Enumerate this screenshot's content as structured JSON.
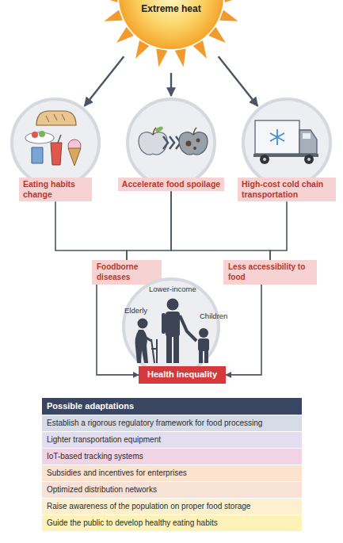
{
  "diagram": {
    "nodes": [
      {
        "text": [
          "Extreme heat"
        ]
      },
      {
        "text": [
          "Eating habits change"
        ]
      },
      {
        "text": [
          "Accelerate food spoilage"
        ]
      },
      {
        "text": [
          "High-cost cold chain transportation"
        ]
      },
      {
        "text": [
          "Foodborne diseases"
        ]
      },
      {
        "text": [
          "Less accessibility to food"
        ]
      },
      {
        "text": [
          "Lower-income",
          "Elderly",
          "Children"
        ]
      },
      {
        "text": [
          "Health inequality"
        ]
      },
      {
        "text": [
          "Possible adaptations"
        ]
      },
      {
        "text": [
          "Establish a rigorous regulatory framework for food processing"
        ]
      },
      {
        "text": [
          "Lighter transportation equipment"
        ]
      },
      {
        "text": [
          "IoT-based tracking systems"
        ]
      },
      {
        "text": [
          "Subsidies and incentives for enterprises"
        ]
      },
      {
        "text": [
          "Optimized distribution networks"
        ]
      },
      {
        "text": [
          "Raise awareness of the population on proper food storage"
        ]
      },
      {
        "text": [
          "Guide the public to develop healthy eating habits"
        ]
      }
    ],
    "edges": [
      {
        "from": 0,
        "to": 1,
        "arrow": "to"
      },
      {
        "from": 0,
        "to": 2,
        "arrow": "to"
      },
      {
        "from": 0,
        "to": 3,
        "arrow": "to"
      },
      {
        "from": 1,
        "to": 4,
        "arrow": "none"
      },
      {
        "from": 2,
        "to": 4,
        "arrow": "none"
      },
      {
        "from": 2,
        "to": 5,
        "arrow": "none"
      },
      {
        "from": 3,
        "to": 5,
        "arrow": "none"
      },
      {
        "from": 4,
        "to": 7,
        "arrow": "to"
      },
      {
        "from": 5,
        "to": 7,
        "arrow": "to"
      }
    ]
  }
}
